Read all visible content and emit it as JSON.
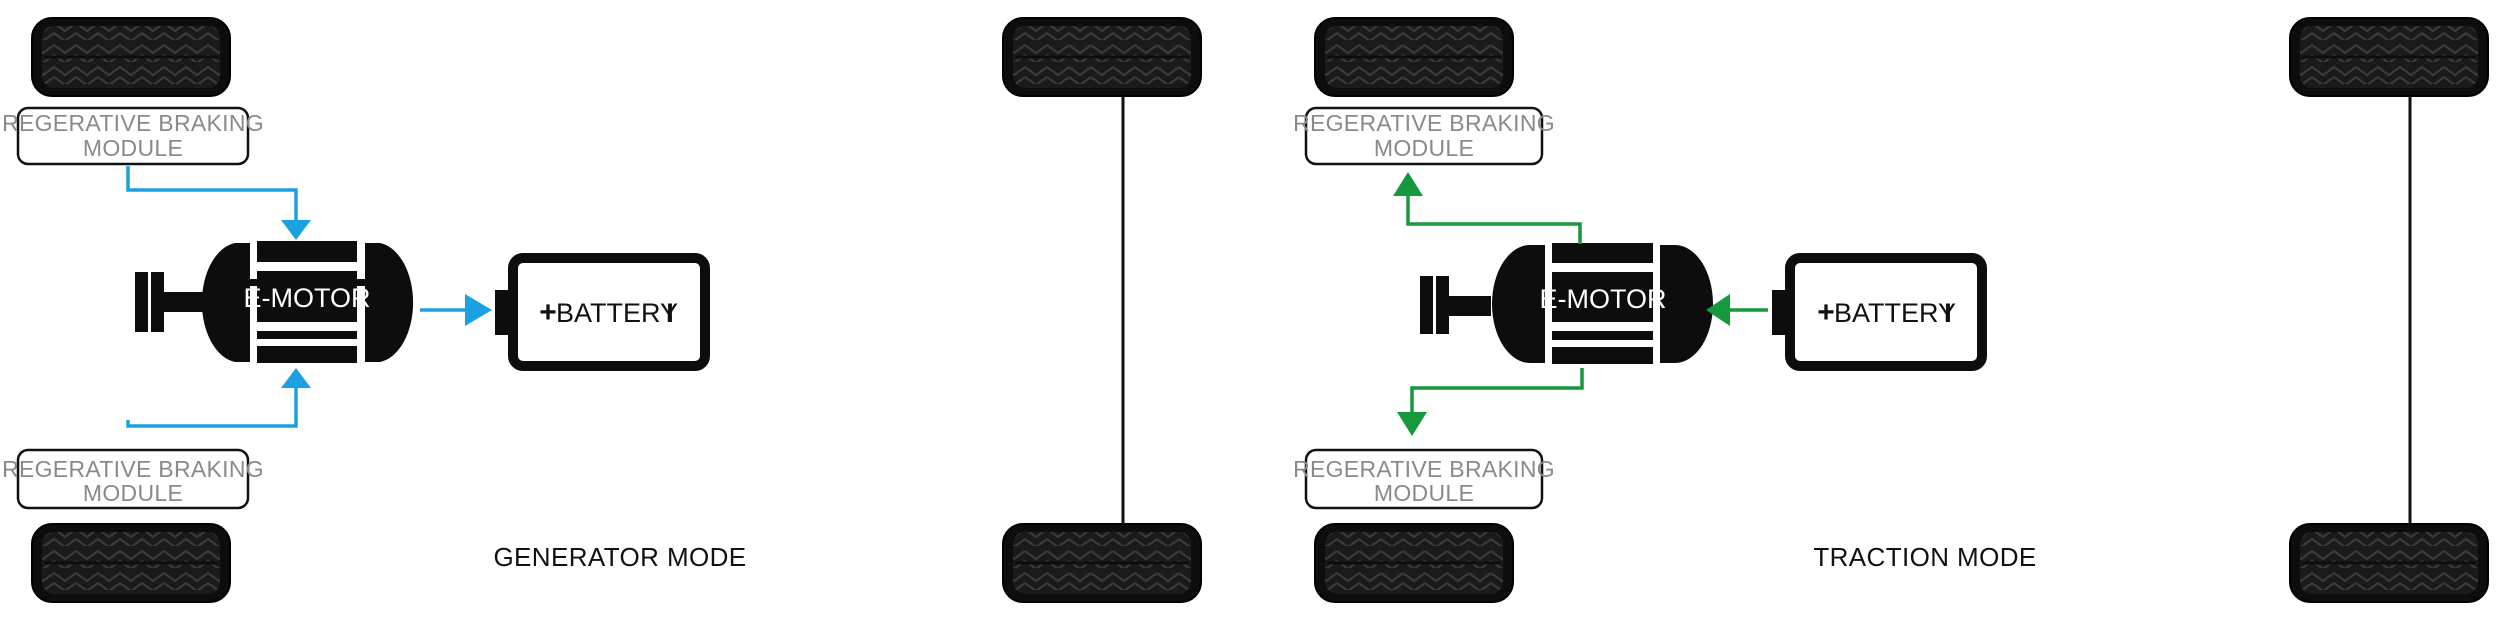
{
  "panels": [
    {
      "id": "generator",
      "mode_label": "GENERATOR MODE",
      "module_top": {
        "line1": "REGERATIVE BRAKING",
        "line2": "MODULE"
      },
      "module_bottom": {
        "line1": "REGERATIVE BRAKING",
        "line2": "MODULE"
      },
      "motor_label": "E-MOTOR",
      "battery_plus": "+",
      "battery_label": "BATTERY",
      "battery_minus": "I",
      "flow_color": "#1ba1e2"
    },
    {
      "id": "traction",
      "mode_label": "TRACTION MODE",
      "module_top": {
        "line1": "REGERATIVE BRAKING",
        "line2": "MODULE"
      },
      "module_bottom": {
        "line1": "REGERATIVE BRAKING",
        "line2": "MODULE"
      },
      "motor_label": "E-MOTOR",
      "battery_plus": "+",
      "battery_label": "BATTERY",
      "battery_minus": "I",
      "flow_color": "#15993c"
    }
  ],
  "colors": {
    "ink": "#111111",
    "module_text": "#8a8a8a"
  },
  "icons": [
    "tire-icon",
    "axle-line",
    "drive-shaft-icon",
    "e-motor-icon",
    "battery-icon"
  ]
}
